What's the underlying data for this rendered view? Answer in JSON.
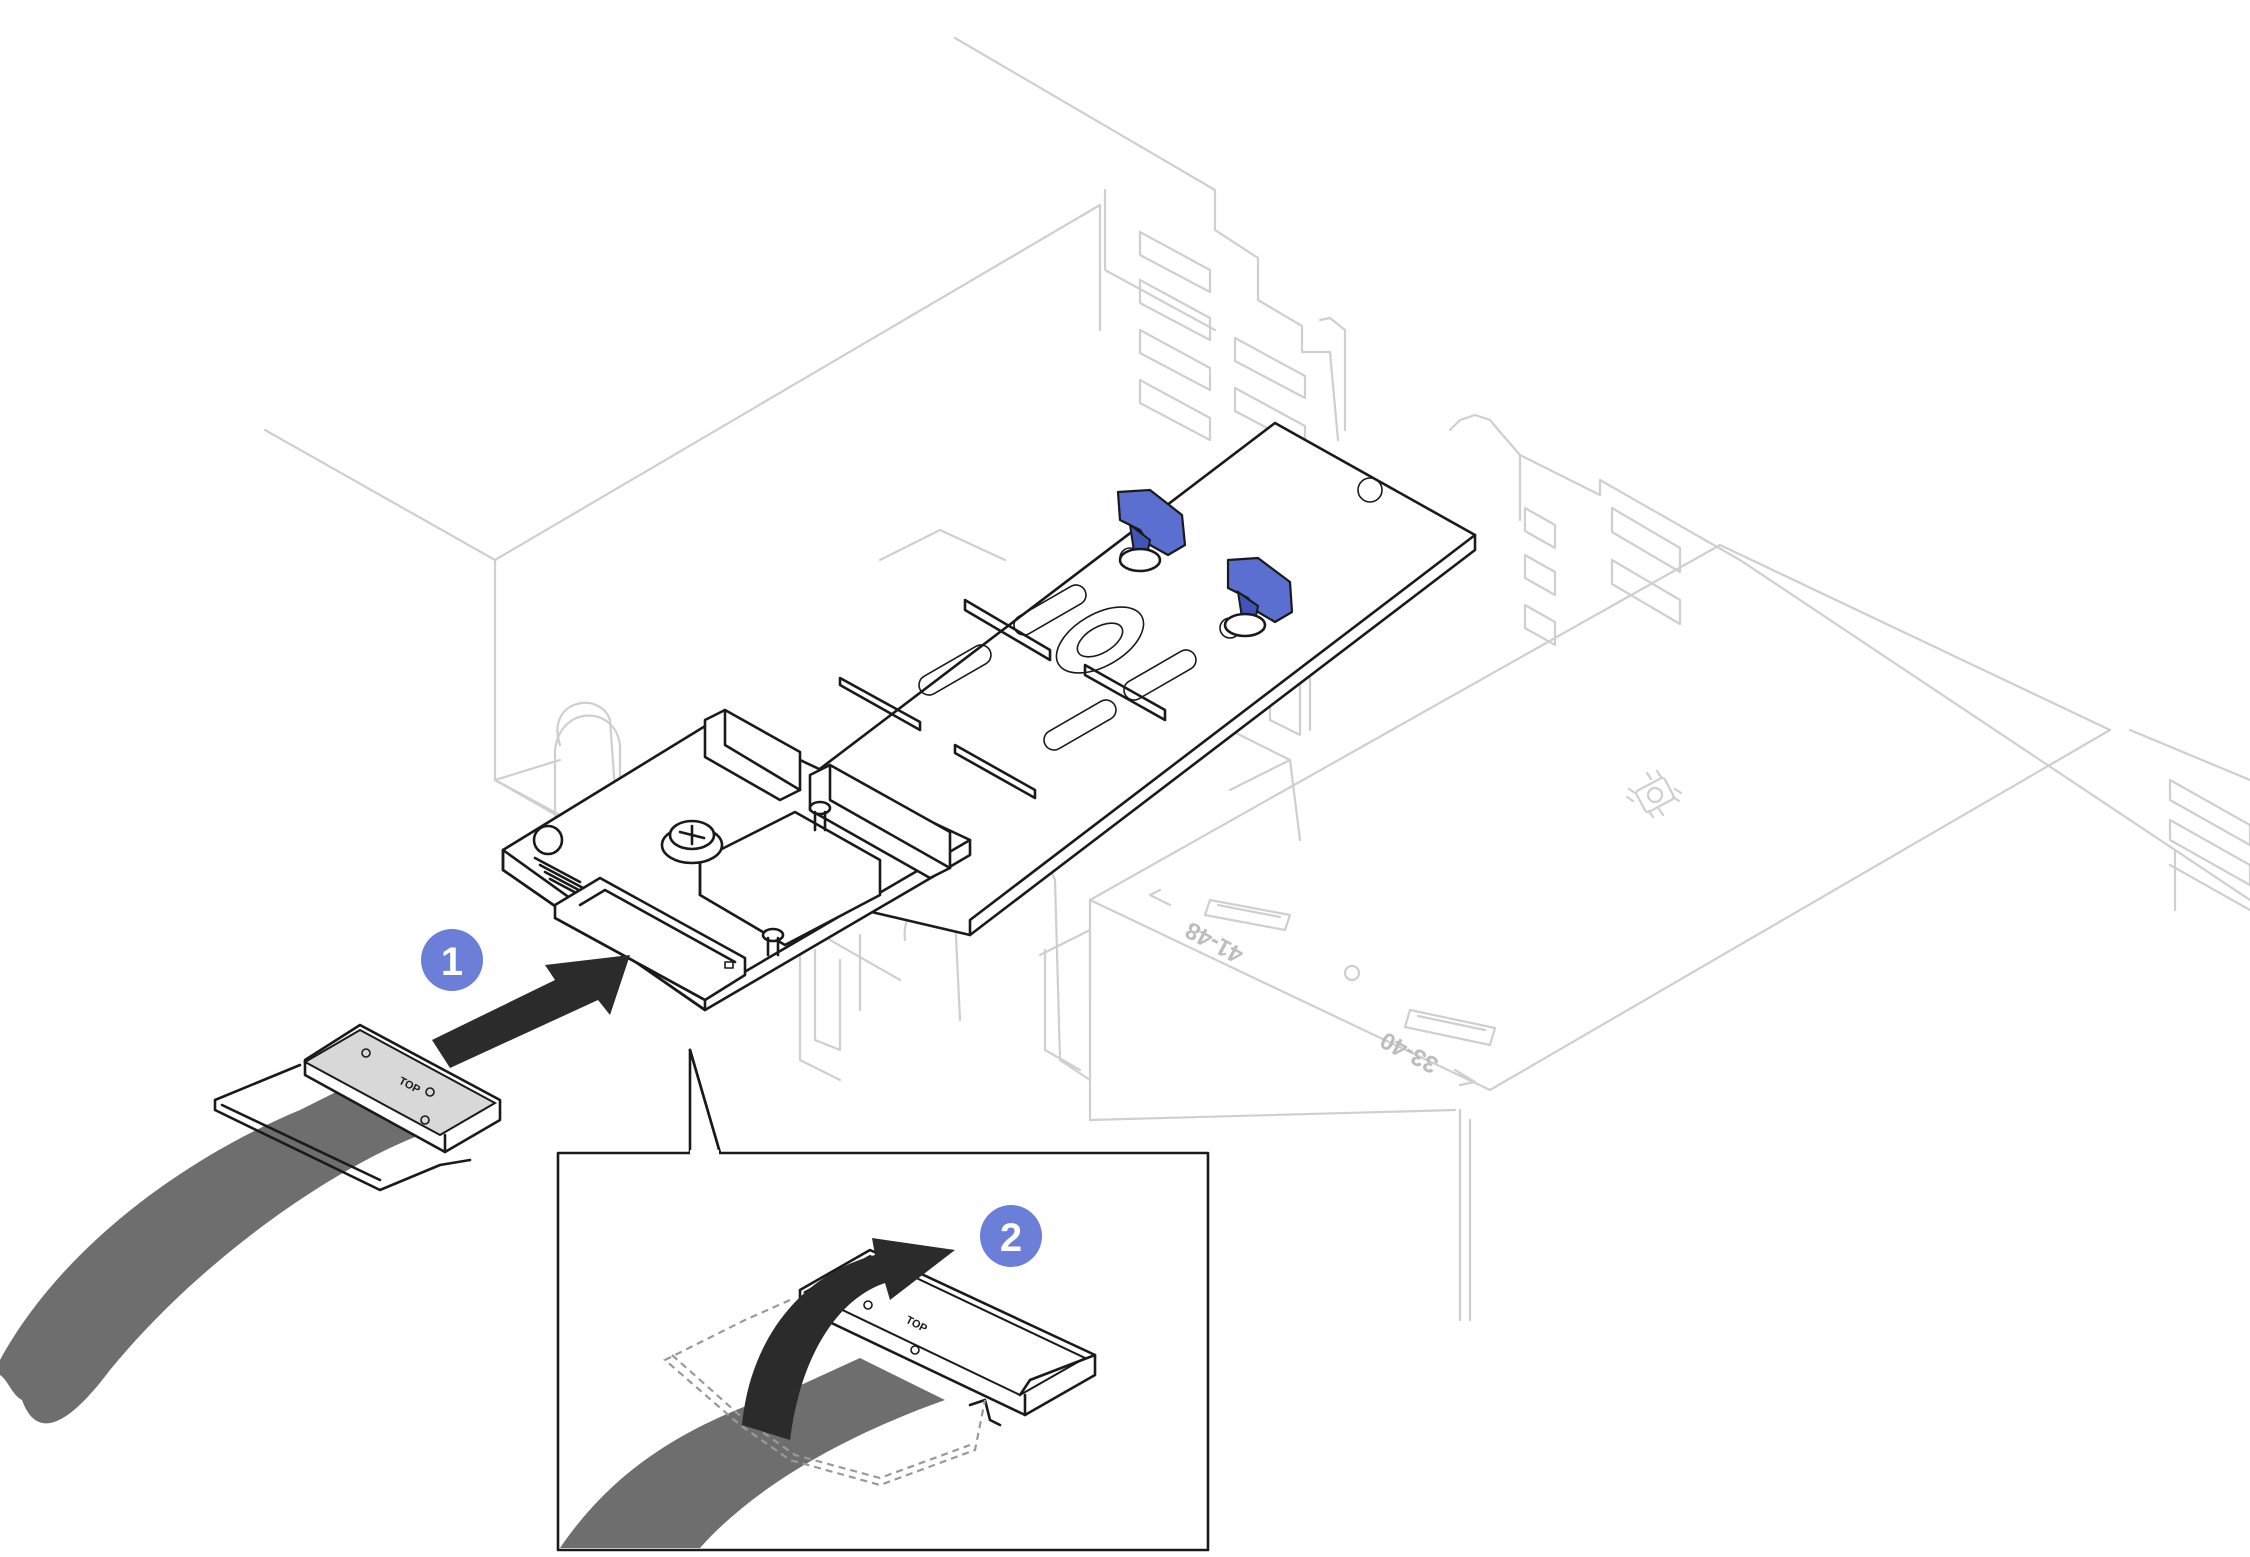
{
  "figure": {
    "callouts": [
      {
        "number": "1"
      },
      {
        "number": "2"
      }
    ],
    "bay_labels": {
      "upper": "41-48",
      "lower": "33-40"
    },
    "connector_label": "TOP",
    "colors": {
      "callout_fill": "#6b7fd8",
      "latch_blue": "#5b6fd0",
      "line_art": "#1a1a1a",
      "background_part": "#cfcfcf",
      "cable": "#6e6e6e",
      "arrow": "#2b2b2b"
    },
    "icons": [
      "processor-icon",
      "dimm-icon",
      "arrow-icon",
      "rotate-arrow-icon"
    ]
  }
}
